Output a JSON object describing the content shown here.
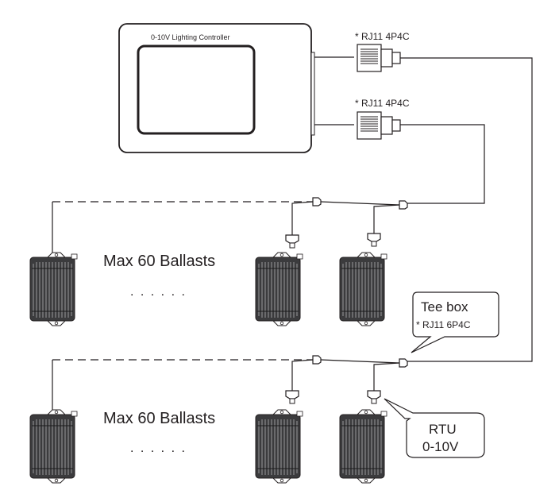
{
  "controller": {
    "title": "0-10V Lighting Controller"
  },
  "connectors": {
    "rj11_top": "* RJ11 4P4C",
    "rj11_bottom": "* RJ11 4P4C"
  },
  "groups": [
    {
      "label": "Max 60 Ballasts",
      "dots": ". . . . . ."
    },
    {
      "label": "Max 60 Ballasts",
      "dots": ". . . . . ."
    }
  ],
  "callouts": {
    "tee_box": {
      "title": "Tee box",
      "sub": "* RJ11 6P4C"
    },
    "rtu": {
      "line1": "RTU",
      "line2": "0-10V"
    }
  },
  "colors": {
    "stroke": "#231f20",
    "background": "#ffffff"
  }
}
